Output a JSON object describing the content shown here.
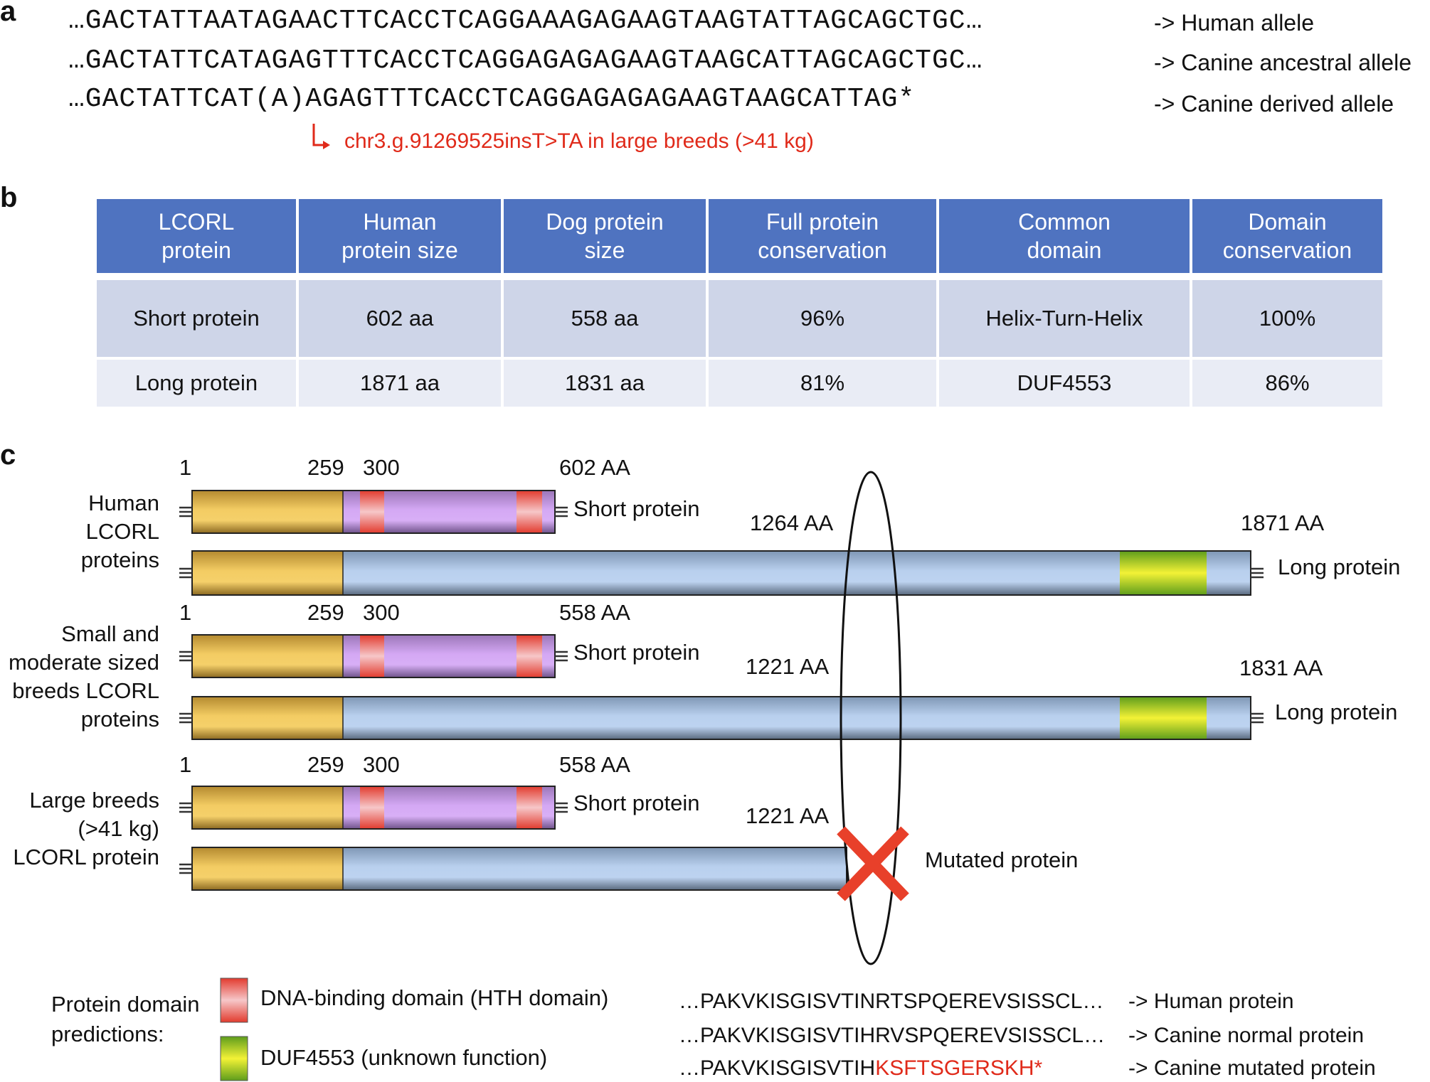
{
  "panel_a": {
    "letter": "a",
    "sequences": [
      {
        "seq": "…GACTATTAATAGAACTTCACCTCAGGAAAGAGAAGTAAGTATTAGCAGCTGC…",
        "label": "-> Human allele"
      },
      {
        "seq": "…GACTATTCATAGAGTTTCACCTCAGGAGAGAGAAGTAAGCATTAGCAGCTGC…",
        "label": "-> Canine ancestral allele"
      },
      {
        "seq": "…GACTATTCAT(A)AGAGTTTCACCTCAGGAGAGAGAAGTAAGCATTAG*",
        "label": "-> Canine derived allele"
      }
    ],
    "mutation_note": "chr3.g.91269525insT>TA in large breeds (>41 kg)",
    "accent_color": "#e02a1a"
  },
  "panel_b": {
    "letter": "b",
    "header_color": "#4f73c0",
    "columns": [
      "LCORL protein",
      "Human protein size",
      "Dog protein size",
      "Full protein conservation",
      "Common domain",
      "Domain conservation"
    ],
    "rows": [
      [
        "Short protein",
        "602 aa",
        "558 aa",
        "96%",
        "Helix-Turn-Helix",
        "100%"
      ],
      [
        "Long protein",
        "1871 aa",
        "1831 aa",
        "81%",
        "DUF4553",
        "86%"
      ]
    ]
  },
  "panel_c": {
    "letter": "c",
    "groups": [
      {
        "label_lines": [
          "Human",
          "LCORL",
          "proteins"
        ],
        "short": {
          "start": "1",
          "m1": "259",
          "m2": "300",
          "end": "602 AA",
          "name": "Short protein"
        },
        "long": {
          "mid": "1264 AA",
          "end": "1871 AA",
          "name": "Long protein"
        }
      },
      {
        "label_lines": [
          "Small and",
          "moderate sized",
          "breeds LCORL",
          "proteins"
        ],
        "short": {
          "start": "1",
          "m1": "259",
          "m2": "300",
          "end": "558 AA",
          "name": "Short protein"
        },
        "long": {
          "mid": "1221 AA",
          "end": "1831 AA",
          "name": "Long protein"
        }
      },
      {
        "label_lines": [
          "Large breeds",
          "(>41 kg)",
          "LCORL protein"
        ],
        "short": {
          "start": "1",
          "m1": "259",
          "m2": "300",
          "end": "558 AA",
          "name": "Short protein"
        },
        "long": {
          "mid": "1221 AA",
          "name": "Mutated protein"
        }
      }
    ],
    "legend": {
      "title_lines": [
        "Protein domain",
        "predictions:"
      ],
      "items": [
        {
          "label": "DNA-binding domain (HTH domain)",
          "color": "#e8443a"
        },
        {
          "label": "DUF4553 (unknown function)",
          "color": "#d7e61f"
        }
      ]
    },
    "peptides": [
      {
        "prefix": "…PAKVKISGISVTINRTSPQEREVSISSCL…",
        "mutant": "",
        "label": "-> Human protein"
      },
      {
        "prefix": "…PAKVKISGISVTIHRVSPQEREVSISSCL…",
        "mutant": "",
        "label": "-> Canine normal protein"
      },
      {
        "prefix": "…PAKVKISGISVTIH",
        "mutant": "KSFTSGERSKH*",
        "label": "-> Canine mutated protein"
      }
    ],
    "colors": {
      "gold": "#f1c65a",
      "purple": "#cfa2ef",
      "blue": "#b3cbea",
      "hth_red": "#e8443a",
      "duf_yellow": "#d7e61f",
      "cross_red": "#e8402a"
    }
  }
}
